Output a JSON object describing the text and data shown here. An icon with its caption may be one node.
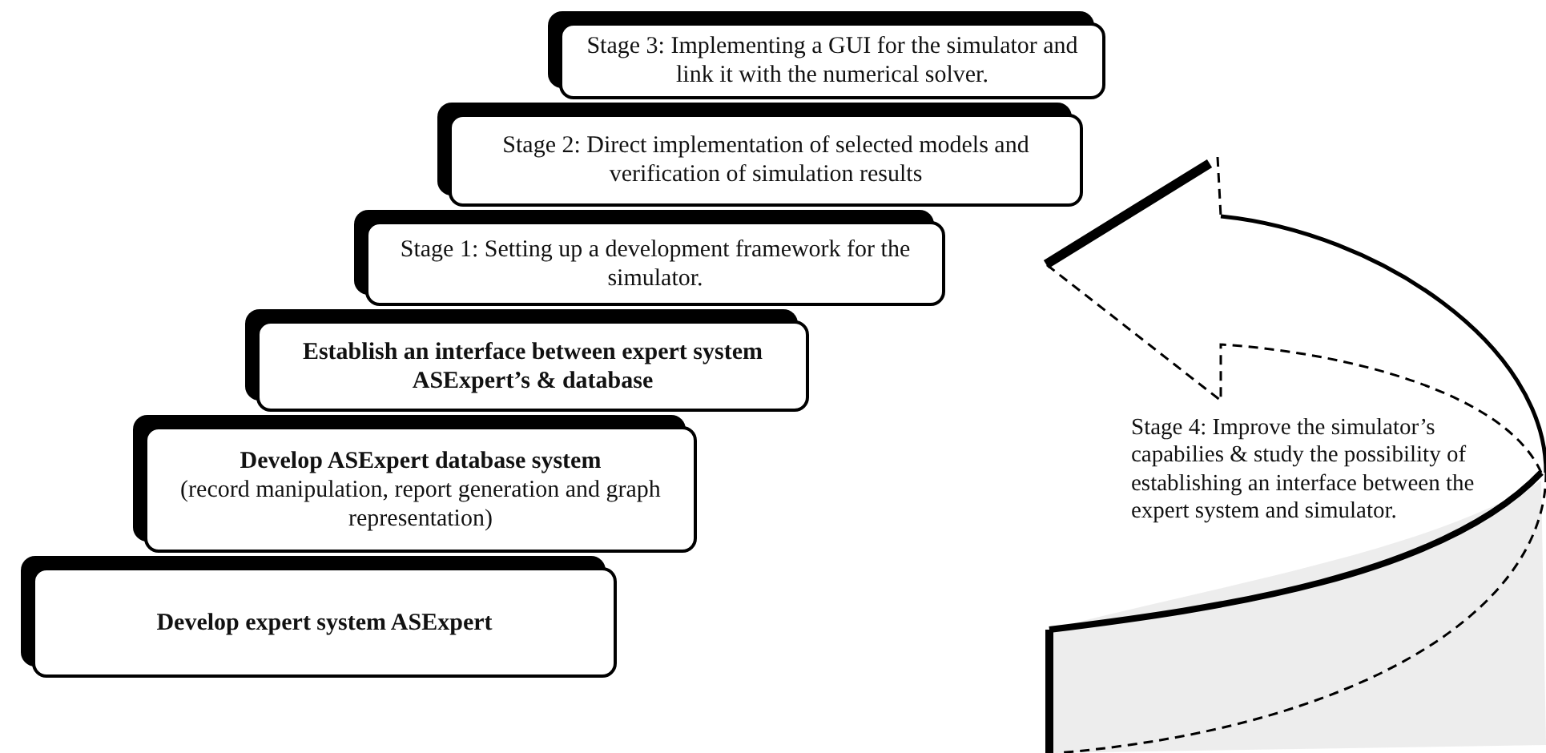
{
  "diagram": {
    "nodes": [
      {
        "text": [
          "Stage 3: Implementing a GUI for the simulator and link it with the numerical solver."
        ]
      },
      {
        "text": [
          "Stage 2: Direct implementation of selected models and verification of simulation results"
        ]
      },
      {
        "text": [
          "Stage 1: Setting up a development framework for the simulator."
        ]
      },
      {
        "text": [
          "Establish an interface between expert system ASExpert’s & database"
        ]
      },
      {
        "text": [
          "Develop ASExpert database system",
          "(record manipulation, report generation and graph representation)"
        ]
      },
      {
        "text": [
          "Develop expert system ASExpert"
        ]
      },
      {
        "text": [
          "Stage 4: Improve the simulator’s capabilies & study the possibility of establishing an interface between the expert system and simulator."
        ]
      }
    ]
  }
}
